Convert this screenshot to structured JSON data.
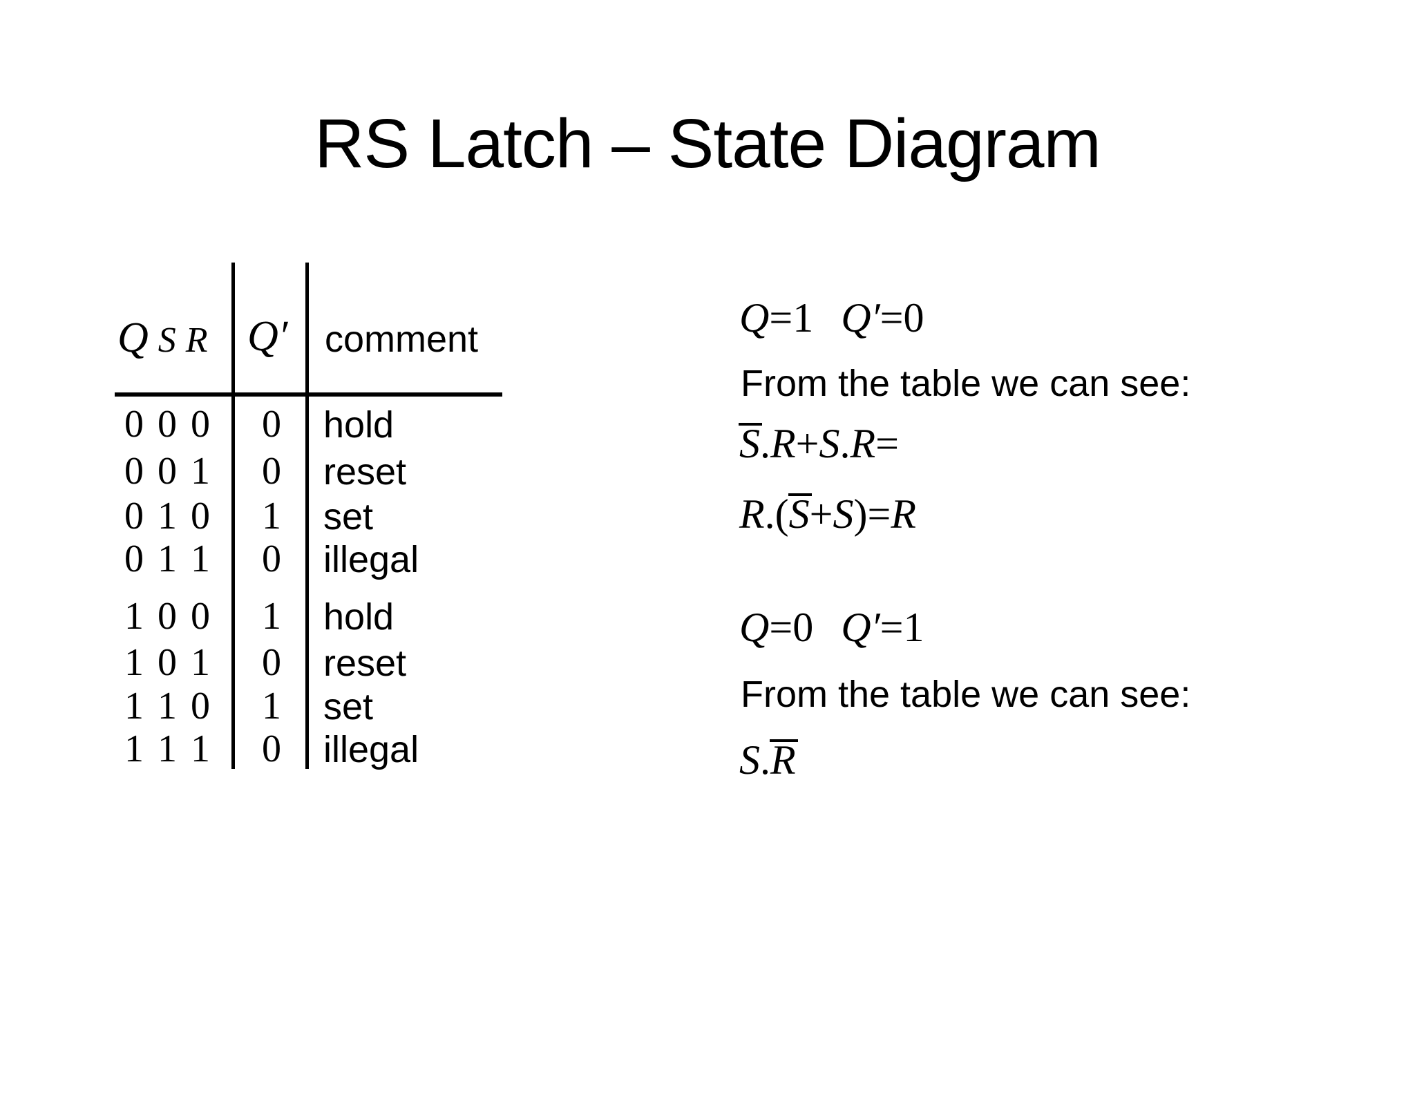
{
  "slide": {
    "title": "RS Latch – State Diagram"
  },
  "truth_table": {
    "headers": {
      "q": "Q",
      "s": "S",
      "r": "R",
      "q_next": "Q′",
      "comment": "comment"
    },
    "rows": [
      {
        "q": "0",
        "s": "0",
        "r": "0",
        "q_next": "0",
        "comment": "hold"
      },
      {
        "q": "0",
        "s": "0",
        "r": "1",
        "q_next": "0",
        "comment": "reset"
      },
      {
        "q": "0",
        "s": "1",
        "r": "0",
        "q_next": "1",
        "comment": "set"
      },
      {
        "q": "0",
        "s": "1",
        "r": "1",
        "q_next": "0",
        "comment": "illegal"
      },
      {
        "q": "1",
        "s": "0",
        "r": "0",
        "q_next": "1",
        "comment": "hold"
      },
      {
        "q": "1",
        "s": "0",
        "r": "1",
        "q_next": "0",
        "comment": "reset"
      },
      {
        "q": "1",
        "s": "1",
        "r": "0",
        "q_next": "1",
        "comment": "set"
      },
      {
        "q": "1",
        "s": "1",
        "r": "1",
        "q_next": "0",
        "comment": "illegal"
      }
    ]
  },
  "derivation": {
    "case1": {
      "state_q": "Q",
      "state_q_eq": "=",
      "state_q_val": "1",
      "state_qp": "Q′",
      "state_qp_eq": "=",
      "state_qp_val": "0",
      "prose": "From the table we can see:",
      "eq1": {
        "s_bar": "S",
        "dot1": ".",
        "r1": "R",
        "plus": "+",
        "s2": "S",
        "dot2": ".",
        "r2": "R",
        "equals": "="
      },
      "eq2": {
        "r1": "R",
        "dot1": ".",
        "lparen": "(",
        "s_bar": "S",
        "plus": "+",
        "s2": "S",
        "rparen": ")",
        "equals": "=",
        "r2": "R"
      }
    },
    "case2": {
      "state_q": "Q",
      "state_q_eq": "=",
      "state_q_val": "0",
      "state_qp": "Q′",
      "state_qp_eq": "=",
      "state_qp_val": "1",
      "prose": "From the table we can see:",
      "eq3": {
        "s": "S",
        "dot": ".",
        "r_bar": "R"
      }
    }
  },
  "colors": {
    "background": "#ffffff",
    "ink": "#000000"
  }
}
